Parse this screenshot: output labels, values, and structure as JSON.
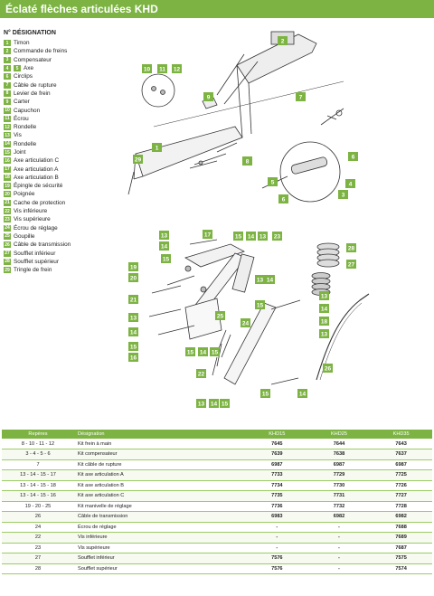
{
  "header": {
    "title": "Éclaté flèches articulées KHD"
  },
  "legend": {
    "title": "N° DÉSIGNATION",
    "items": [
      {
        "num": "1",
        "label": "Timon"
      },
      {
        "num": "2",
        "label": "Commande de freins"
      },
      {
        "num": "3",
        "label": "Compensateur"
      },
      {
        "num": "4",
        "num2": "5",
        "label": "Axe"
      },
      {
        "num": "6",
        "label": "Circlips"
      },
      {
        "num": "7",
        "label": "Câble de rupture"
      },
      {
        "num": "8",
        "label": "Levier de frein"
      },
      {
        "num": "9",
        "label": "Carter"
      },
      {
        "num": "10",
        "label": "Capuchon"
      },
      {
        "num": "11",
        "label": "Écrou"
      },
      {
        "num": "12",
        "label": "Rondelle"
      },
      {
        "num": "13",
        "label": "Vis"
      },
      {
        "num": "14",
        "label": "Rondelle"
      },
      {
        "num": "15",
        "label": "Joint"
      },
      {
        "num": "16",
        "label": "Axe articulation C"
      },
      {
        "num": "17",
        "label": "Axe articulation A"
      },
      {
        "num": "18",
        "label": "Axe articulation B"
      },
      {
        "num": "19",
        "label": "Épingle de sécurité"
      },
      {
        "num": "20",
        "label": "Poignée"
      },
      {
        "num": "21",
        "label": "Cache de protection"
      },
      {
        "num": "22",
        "label": "Vis inférieure"
      },
      {
        "num": "23",
        "label": "Vis supérieure"
      },
      {
        "num": "24",
        "label": "Écrou de réglage"
      },
      {
        "num": "25",
        "label": "Goupille"
      },
      {
        "num": "26",
        "label": "Câble de transmission"
      },
      {
        "num": "27",
        "label": "Soufflet inférieur"
      },
      {
        "num": "28",
        "label": "Soufflet supérieur"
      },
      {
        "num": "29",
        "label": "Tringle de frein"
      }
    ]
  },
  "callouts": {
    "c1": "1",
    "c2": "2",
    "c3": "3",
    "c4": "4",
    "c5": "5",
    "c6a": "6",
    "c6b": "6",
    "c7": "7",
    "c8": "8",
    "c9": "9",
    "c10": "10",
    "c11": "11",
    "c12": "12",
    "c29": "29",
    "l13a": "13",
    "l14a": "14",
    "l15a": "15",
    "l17": "17",
    "l15b": "15",
    "l14b": "14",
    "l13b": "13",
    "l23": "23",
    "l19": "19",
    "l20": "20",
    "l21": "21",
    "l13c": "13",
    "l14c": "14",
    "l15c": "15",
    "l16": "16",
    "l25": "25",
    "l24": "24",
    "l15d": "15",
    "l14d": "14",
    "l15e": "15",
    "l13d": "13",
    "l14e": "14",
    "l15f": "15",
    "l13e": "13",
    "l14f": "14",
    "l18": "18",
    "l13f": "13",
    "l14g": "14",
    "l15g": "15",
    "l22": "22",
    "l26": "26",
    "l27": "27",
    "l28": "28",
    "l15h": "15",
    "l13g": "13",
    "l14h": "14"
  },
  "table": {
    "headers": [
      "Repères",
      "Désignation",
      "KHD15",
      "KHD25",
      "KHD35"
    ],
    "rows": [
      [
        "8 - 10 - 11 - 12",
        "Kit frein à main",
        "7645",
        "7644",
        "7643"
      ],
      [
        "3 - 4 - 5 - 6",
        "Kit compensateur",
        "7639",
        "7638",
        "7637"
      ],
      [
        "7",
        "Kit câble de rupture",
        "6987",
        "6987",
        "6987"
      ],
      [
        "13 - 14 - 15 - 17",
        "Kit axe articulation A",
        "7733",
        "7729",
        "7725"
      ],
      [
        "13 - 14 - 15 - 18",
        "Kit axe articulation B",
        "7734",
        "7730",
        "7726"
      ],
      [
        "13 - 14 - 15 - 16",
        "Kit axe articulation C",
        "7735",
        "7731",
        "7727"
      ],
      [
        "19 - 20 - 25",
        "Kit manivelle de réglage",
        "7736",
        "7732",
        "7728"
      ],
      [
        "26",
        "Câble de transmission",
        "6983",
        "6982",
        "6982"
      ],
      [
        "24",
        "Écrou de réglage",
        "-",
        "-",
        "7688"
      ],
      [
        "22",
        "Vis inférieure",
        "-",
        "-",
        "7689"
      ],
      [
        "23",
        "Vis supérieure",
        "-",
        "-",
        "7687"
      ],
      [
        "27",
        "Soufflet inférieur",
        "7576",
        "-",
        "7575"
      ],
      [
        "28",
        "Soufflet supérieur",
        "7576",
        "-",
        "7574"
      ]
    ]
  }
}
